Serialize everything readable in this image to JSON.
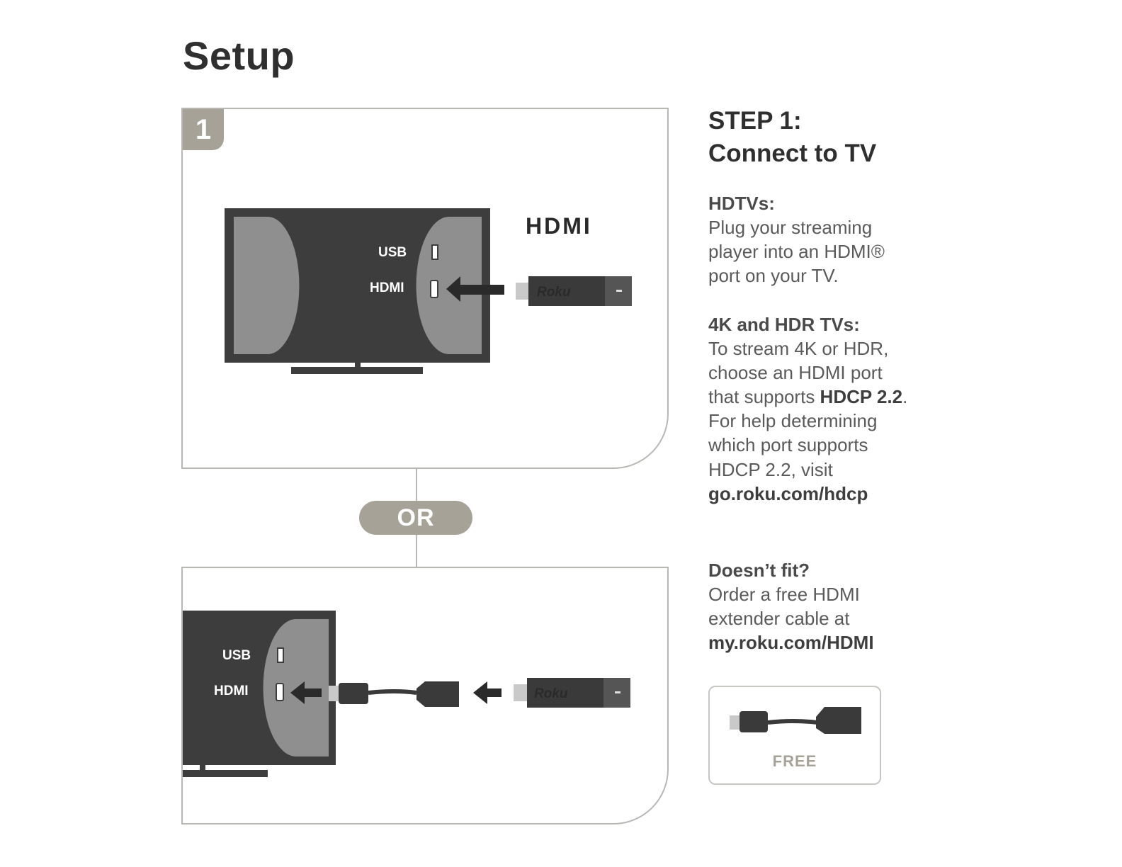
{
  "page": {
    "title": "Setup"
  },
  "step": {
    "number": "1",
    "heading_line1": "STEP 1:",
    "heading_line2": "Connect to TV"
  },
  "diagram": {
    "hdmi_logo": "HDMI",
    "usb_label": "USB",
    "hdmi_label": "HDMI",
    "device_brand": "Roku",
    "or_label": "OR",
    "free_label": "FREE"
  },
  "hdtvs": {
    "heading": "HDTVs:",
    "line1": "Plug your streaming",
    "line2": "player into an HDMI®",
    "line3": "port on your TV."
  },
  "hdr": {
    "heading": "4K and HDR TVs:",
    "line1": "To stream 4K or HDR,",
    "line2": "choose an HDMI port",
    "line3_prefix": "that supports ",
    "line3_bold": "HDCP 2.2",
    "line3_suffix": ".",
    "line4": "For help determining",
    "line5": "which port supports",
    "line6": "HDCP 2.2, visit",
    "link": "go.roku.com/hdcp"
  },
  "doesnt_fit": {
    "heading": "Doesn’t fit?",
    "line1": "Order a free HDMI",
    "line2": "extender cable at",
    "link": "my.roku.com/HDMI"
  },
  "colors": {
    "accent_tan": "#a7a298",
    "tv_dark": "#3d3d3d",
    "tv_panel": "#8f8f8f",
    "border": "#b9b7b4"
  }
}
